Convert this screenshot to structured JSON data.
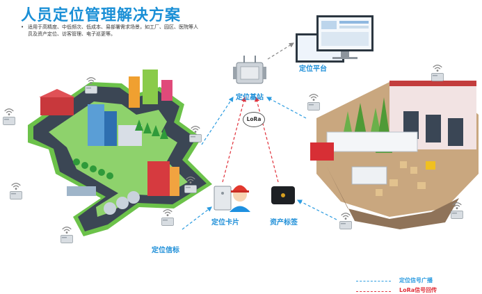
{
  "title": "人员定位管理解决方案",
  "bullet": "•",
  "description": "适用于高精度、中低频次、低成本、易部署需求场景，如工厂、园区、医院等人员及资产定位、访客管理、电子巡更等。",
  "labels": {
    "platform": "定位平台",
    "base_station": "定位基站",
    "lora": "LoRa",
    "card": "定位卡片",
    "asset_tag": "资产标签",
    "beacon": "定位信标"
  },
  "legend": [
    {
      "label": "定位信号广播",
      "color": "#2a9be0"
    },
    {
      "label": "LoRa信号回传",
      "color": "#e0303a"
    }
  ],
  "colors": {
    "accent": "#1a8fd6",
    "broadcast": "#2a9be0",
    "lora_return": "#e0303a"
  }
}
